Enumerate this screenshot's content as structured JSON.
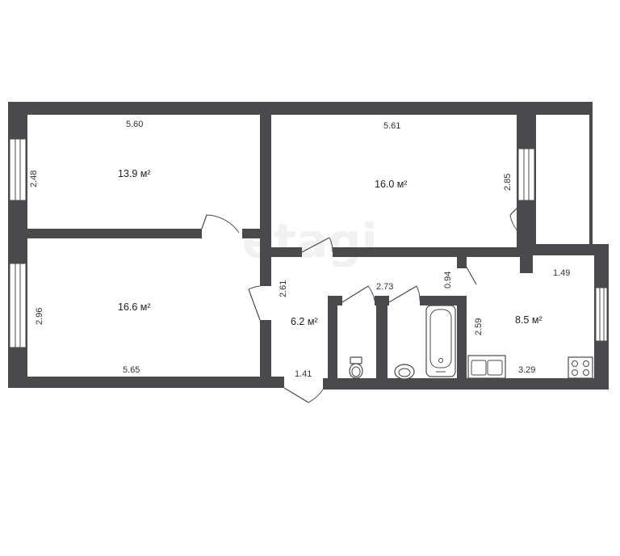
{
  "watermark": "etagi",
  "rooms": [
    {
      "id": "bedroom-top-left",
      "area": "13.9 м²"
    },
    {
      "id": "living-room-top",
      "area": "16.0 м²"
    },
    {
      "id": "bedroom-bottom-left",
      "area": "16.6 м²"
    },
    {
      "id": "hallway",
      "area": "6.2 м²"
    },
    {
      "id": "kitchen",
      "area": "8.5 м²"
    }
  ],
  "dimensions": {
    "top_left_width": "5.60",
    "top_left_height": "2.48",
    "top_middle_width": "5.61",
    "top_middle_height": "2.85",
    "bottom_left_height": "2.96",
    "bottom_left_width": "5.65",
    "hallway_height": "2.61",
    "hallway_width": "1.41",
    "bathroom_width": "2.73",
    "corridor_small": "0.94",
    "kitchen_top": "1.49",
    "kitchen_height": "2.59",
    "kitchen_width": "3.29"
  },
  "colors": {
    "wall": "#4a4a4c",
    "background": "#ffffff",
    "watermark": "#e6e6e6"
  }
}
